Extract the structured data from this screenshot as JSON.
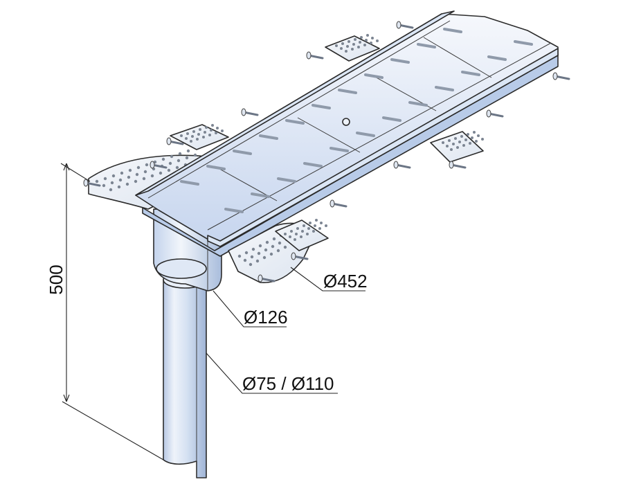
{
  "dimensions": {
    "height": "500",
    "flange_diameter": "Ø452",
    "body_diameter": "Ø126",
    "pipe_diameter": "Ø75 / Ø110"
  },
  "colors": {
    "metal_light": "#f4f7fb",
    "metal_blue": "#c9d8ef",
    "metal_shadow": "#9fb4d6",
    "outline": "#2b2b2b",
    "perforation": "#7c8592"
  }
}
